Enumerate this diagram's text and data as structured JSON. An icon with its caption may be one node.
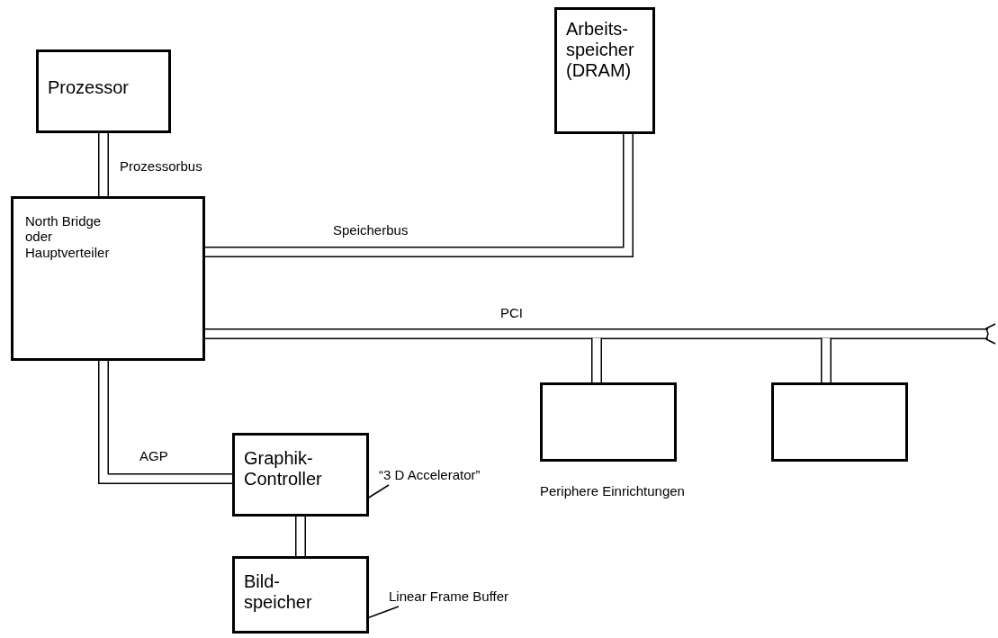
{
  "diagram": {
    "nodes": [
      {
        "text": [
          "Prozessor"
        ]
      },
      {
        "text": [
          "Arbeits- speicher (DRAM)"
        ]
      },
      {
        "text": [
          "North Bridge oder Hauptverteiler"
        ]
      },
      {
        "text": [
          "Graphik- Controller"
        ]
      },
      {
        "text": [
          "Bild- speicher"
        ]
      },
      {
        "text": [],
        "shape": "box"
      },
      {
        "text": [],
        "shape": "box"
      },
      {
        "text": [
          "“3 D Accelerator”"
        ]
      },
      {
        "text": [
          "Linear Frame Buffer"
        ]
      }
    ],
    "edges": [
      {
        "from": 0,
        "to": 2,
        "arrow": "none",
        "label": "Prozessorbus"
      },
      {
        "from": 2,
        "to": 1,
        "arrow": "none",
        "label": "Speicherbus"
      },
      {
        "from": 2,
        "to": null,
        "arrow": "none",
        "label": "PCI"
      },
      {
        "from": 2,
        "to": 5,
        "arrow": "none"
      },
      {
        "from": 2,
        "to": 6,
        "arrow": "none"
      },
      {
        "from": 2,
        "to": 3,
        "arrow": "none",
        "label": "AGP"
      },
      {
        "from": 3,
        "to": 4,
        "arrow": "none"
      },
      {
        "from": 7,
        "to": 3,
        "arrow": "none"
      },
      {
        "from": 8,
        "to": 4,
        "arrow": "none"
      }
    ],
    "labels": [
      "Periphere Einrichtungen"
    ]
  }
}
